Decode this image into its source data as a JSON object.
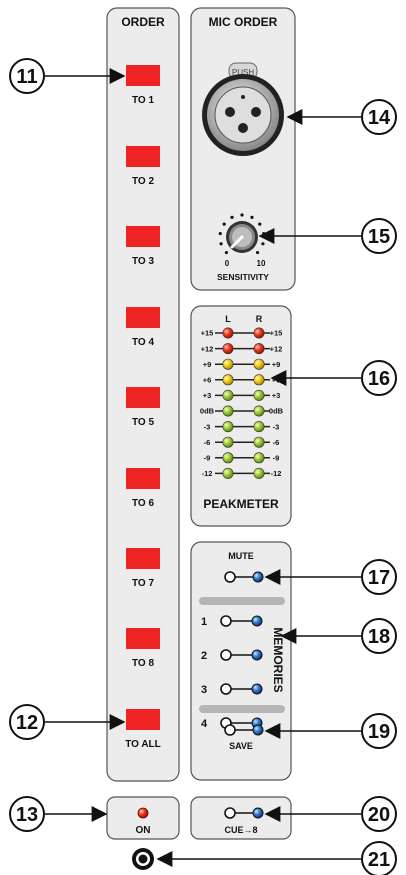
{
  "order_strip": {
    "title": "ORDER",
    "buttons": [
      "TO 1",
      "TO 2",
      "TO 3",
      "TO 4",
      "TO 5",
      "TO 6",
      "TO 7",
      "TO 8",
      "TO ALL"
    ],
    "button_color": "#ee2424"
  },
  "mic_order": {
    "title": "MIC ORDER",
    "push_label": "PUSH",
    "knob_min": "0",
    "knob_max": "10",
    "knob_label": "SENSITIVITY"
  },
  "peakmeter": {
    "title": "PEAKMETER",
    "left": "L",
    "right": "R",
    "levels": [
      "+15",
      "+12",
      "+9",
      "+6",
      "+3",
      "0dB",
      "-3",
      "-6",
      "-9",
      "-12"
    ],
    "led_colors": [
      "red",
      "red",
      "yellow",
      "yellow",
      "green",
      "green",
      "green",
      "green",
      "green",
      "green"
    ]
  },
  "memories": {
    "mute_label": "MUTE",
    "slots": [
      "1",
      "2",
      "3",
      "4"
    ],
    "side_label": "MEMORIES",
    "save_label": "SAVE"
  },
  "on_box": {
    "label": "ON",
    "led_color": "red"
  },
  "cue_box": {
    "label": "CUE→8"
  },
  "callouts": [
    "11",
    "12",
    "13",
    "14",
    "15",
    "16",
    "17",
    "18",
    "19",
    "20",
    "21"
  ]
}
